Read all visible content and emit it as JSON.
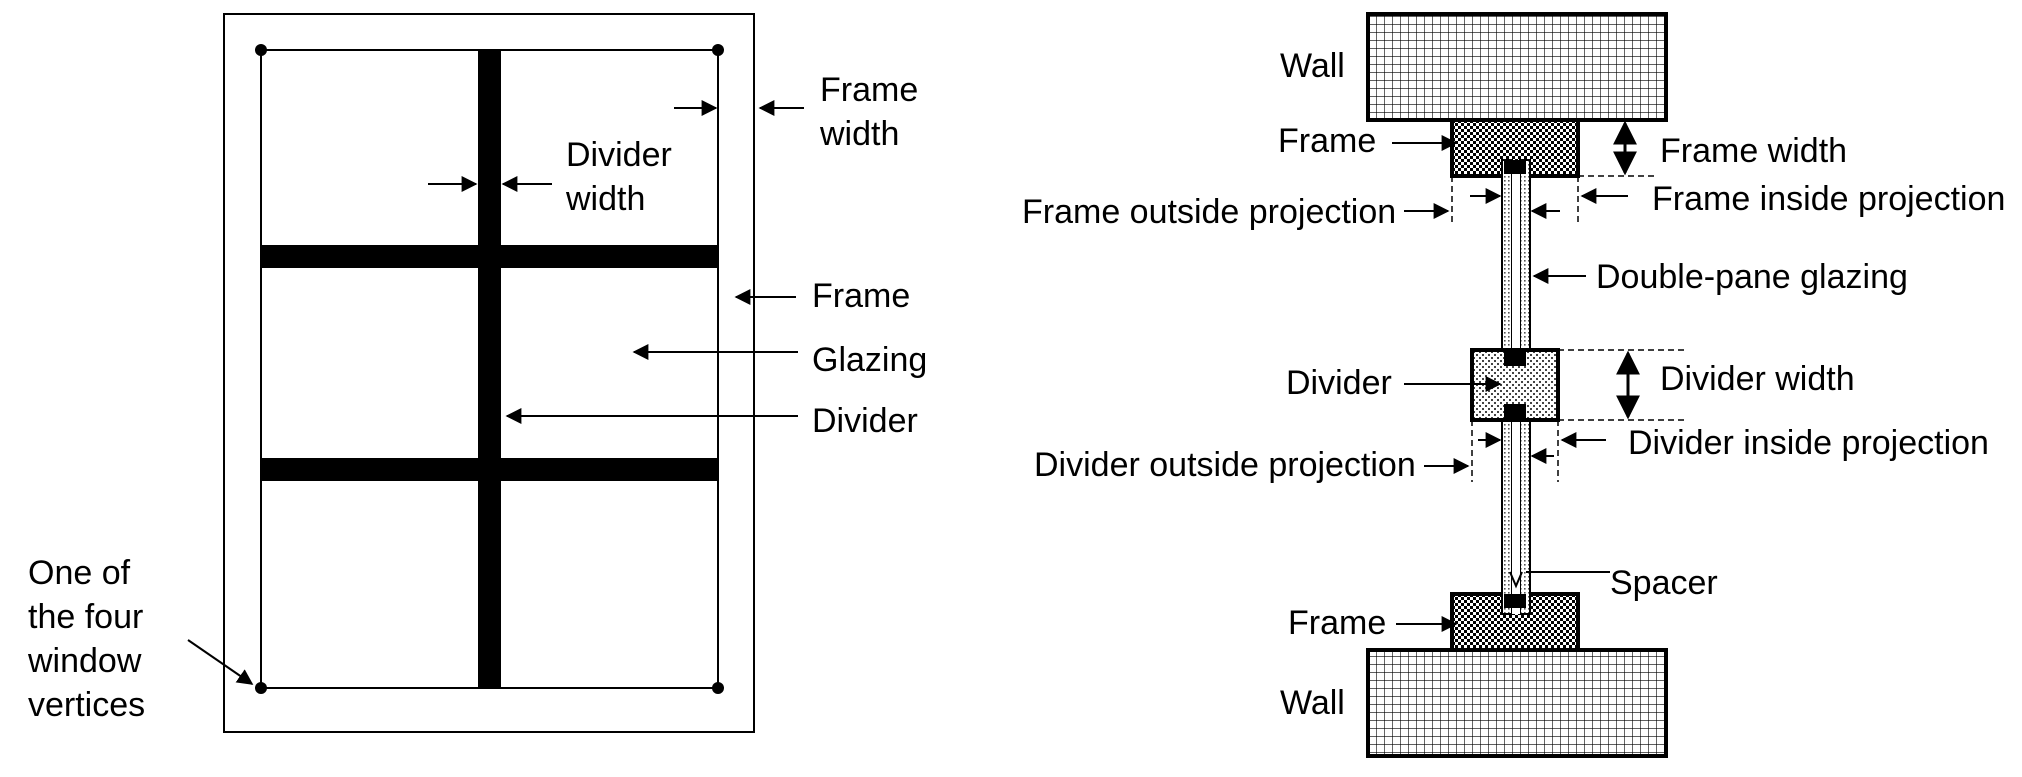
{
  "front_view": {
    "frame_width_label": [
      "Frame",
      "width"
    ],
    "divider_width_label": [
      "Divider",
      "width"
    ],
    "frame_label": "Frame",
    "glazing_label": "Glazing",
    "divider_label": "Divider",
    "vertex_label": [
      "One of",
      "the four",
      "window",
      "vertices"
    ]
  },
  "cross_section": {
    "wall_top_label": "Wall",
    "frame_top_label": "Frame",
    "frame_width_label": "Frame width",
    "frame_outside_projection_label": "Frame outside projection",
    "frame_inside_projection_label": "Frame inside projection",
    "double_pane_glazing_label": "Double-pane glazing",
    "divider_label": "Divider",
    "divider_width_label": "Divider width",
    "divider_outside_projection_label": "Divider outside projection",
    "divider_inside_projection_label": "Divider inside projection",
    "spacer_label": "Spacer",
    "frame_bottom_label": "Frame",
    "wall_bottom_label": "Wall"
  }
}
